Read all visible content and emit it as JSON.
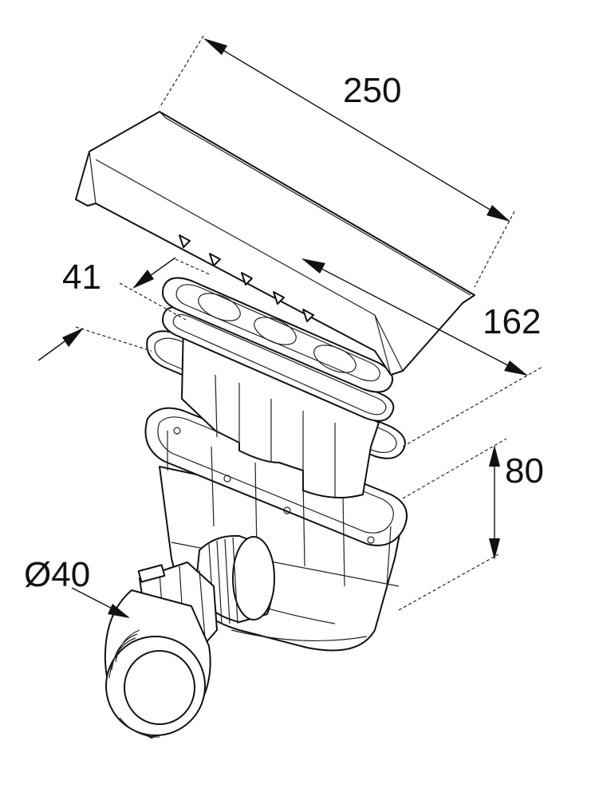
{
  "dimensions": {
    "length": "250",
    "depth": "41",
    "width": "162",
    "height": "80",
    "outlet_diameter": "Ø40"
  }
}
